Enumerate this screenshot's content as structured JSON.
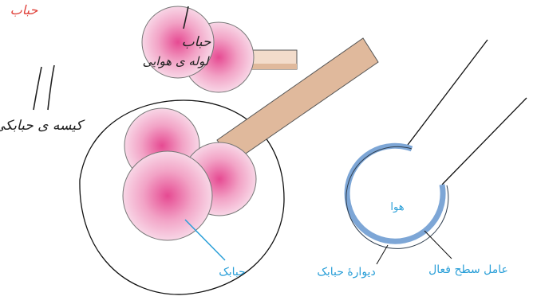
{
  "colors": {
    "bubble_center": "#e64a92",
    "bubble_edge": "#f8d6e6",
    "tube": "#e0b99c",
    "tube_light": "#f3dccb",
    "wall": "#7da6d6",
    "label_blue": "#2a9fd8",
    "ink": "#222222",
    "corner_red": "#e0413a"
  },
  "labels": {
    "corner_note": "حباب",
    "pipe_bubble": "حباب",
    "pipe_bubble_sub": "لوله ی هوایی",
    "left_title": "کیسه ی حبابکی",
    "alveolus": "حبابک",
    "air": "هوا",
    "alveolar_wall": "دیوارهٔ حبابک",
    "surfactant": "عامل سطح فعال"
  }
}
